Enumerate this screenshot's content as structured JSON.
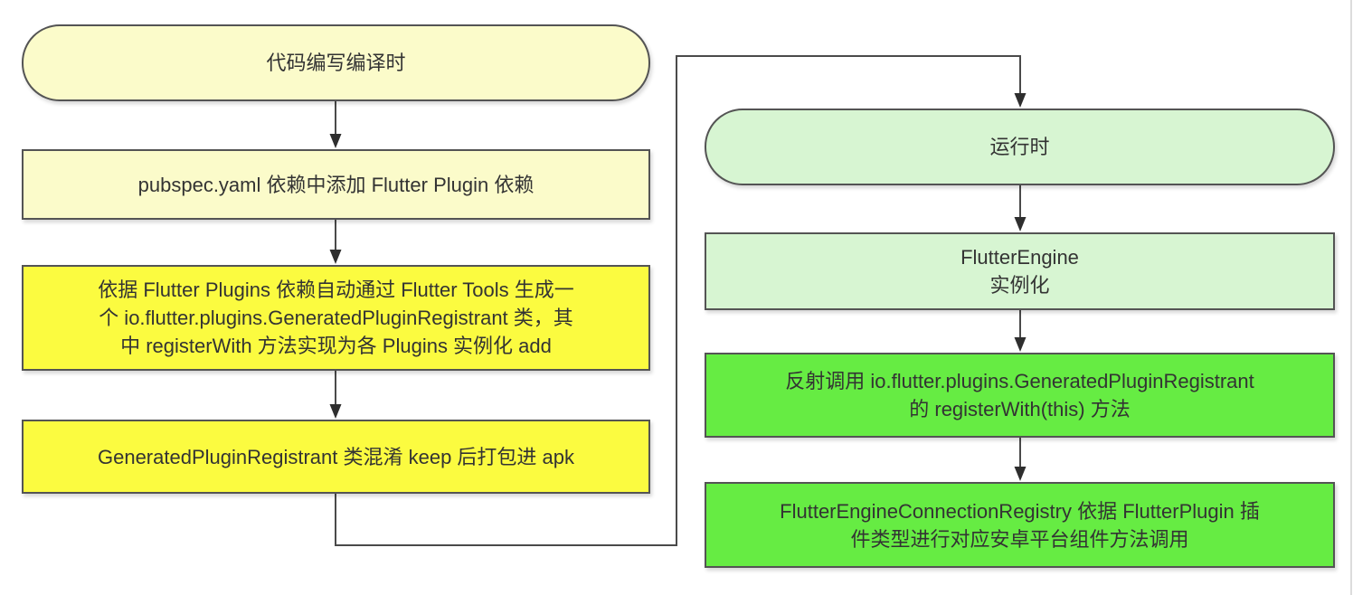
{
  "colors": {
    "canvas_bg": "#ffffff",
    "light_yellow": "#fbfbca",
    "bright_yellow": "#fbfb40",
    "light_green": "#d7f5d2",
    "bright_green": "#66ec43",
    "node_border": "#545454",
    "edge_line": "#4a4a4a",
    "edge_head": "#2e2e2e",
    "text": "#333333",
    "page_edge": "#dcdcdc"
  },
  "nodes": {
    "compile_pill": {
      "label": "代码编写编译时"
    },
    "pubspec_box": {
      "lines": [
        "pubspec.yaml 依赖中添加 Flutter Plugin 依赖"
      ]
    },
    "generate_box": {
      "lines": [
        "依据 Flutter Plugins 依赖自动通过 Flutter Tools 生成一",
        "个 io.flutter.plugins.GeneratedPluginRegistrant 类，其",
        "中 registerWith 方法实现为各 Plugins 实例化 add"
      ]
    },
    "package_box": {
      "lines": [
        "GeneratedPluginRegistrant 类混淆 keep 后打包进 apk"
      ]
    },
    "runtime_pill": {
      "label": "运行时"
    },
    "engine_box": {
      "lines": [
        "FlutterEngine",
        "实例化"
      ]
    },
    "reflect_box": {
      "lines": [
        "反射调用 io.flutter.plugins.GeneratedPluginRegistrant",
        "的 registerWith(this) 方法"
      ]
    },
    "registry_box": {
      "lines": [
        "FlutterEngineConnectionRegistry 依据 FlutterPlugin 插",
        "件类型进行对应安卓平台组件方法调用"
      ]
    }
  }
}
